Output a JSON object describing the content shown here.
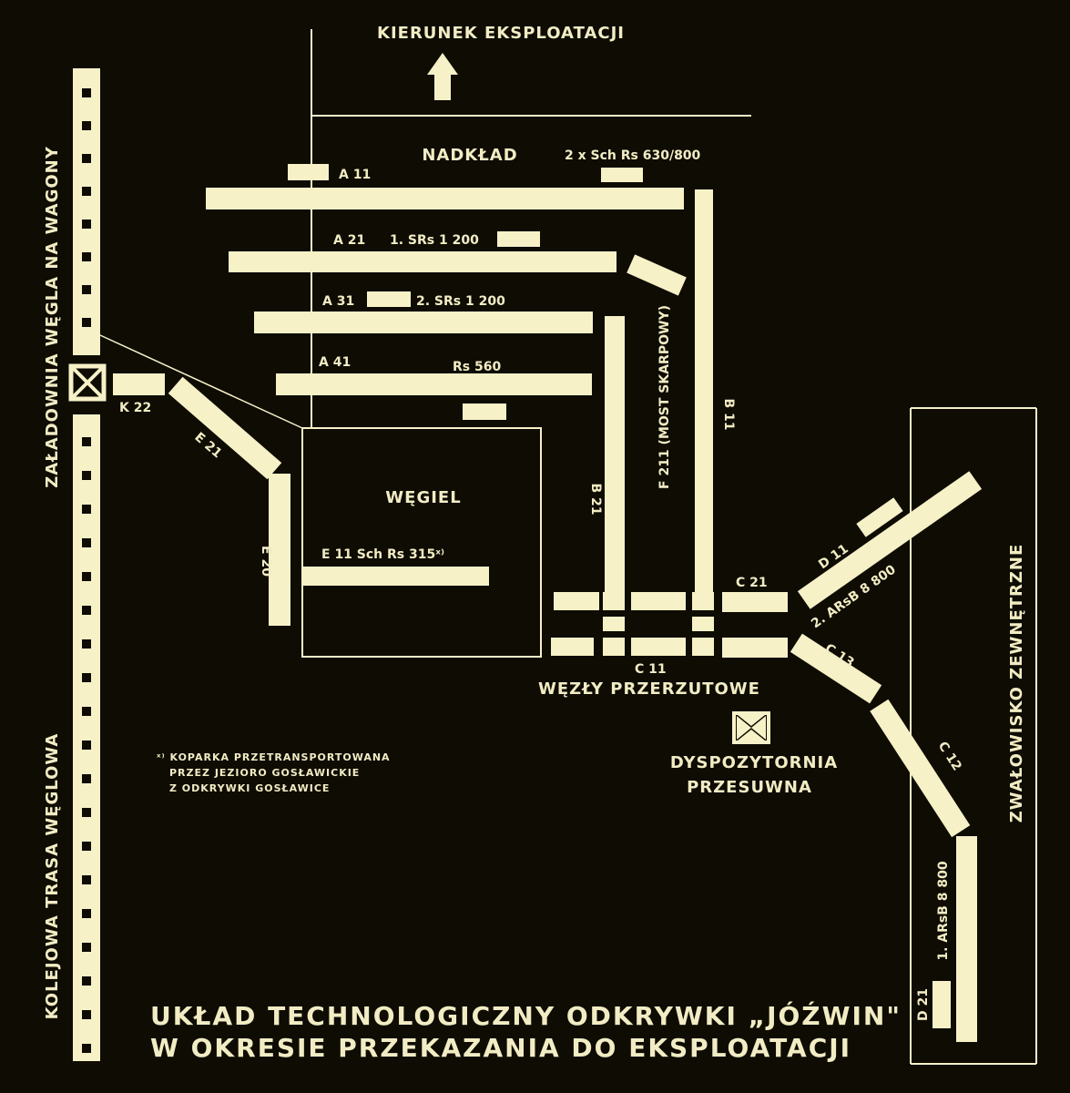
{
  "header": {
    "direction": "KIERUNEK EKSPLOATACJI"
  },
  "zones": {
    "overburden": "NADKŁAD",
    "coal": "WĘGIEL",
    "transfer_nodes": "WĘZŁY PRZERZUTOWE",
    "dispatch": [
      "DYSPOZYTORNIA",
      "PRZESUWNA"
    ],
    "external_dump": "ZWAŁOWISKO ZEWNĘTRZNE",
    "loading_station": "ZAŁADOWNIA WĘGLA NA WAGONY",
    "rail_route": "KOLEJOWA TRASA WĘGLOWA"
  },
  "machines": {
    "sch_top": "2 x Sch Rs 630/800",
    "srs1": "1. SRs 1 200",
    "srs2": "2. SRs 1 200",
    "rs560": "Rs 560",
    "e11_sch": "E 11   Sch Rs 315ˣ⁾",
    "arsb2": "2. ARsB 8 800",
    "arsb1": "1. ARsB 8 800",
    "most": "F 211 (MOST SKARPOWY)"
  },
  "conveyors": {
    "a11": "A 11",
    "a21": "A 21",
    "a31": "A 31",
    "a41": "A 41",
    "k22": "K 22",
    "e21": "E 21",
    "e20": "E 20",
    "b21": "B 21",
    "b11": "B 11",
    "c21": "C 21",
    "c11": "C 11",
    "c13": "C 13",
    "c12": "C 12",
    "d11": "D 11",
    "d21": "D 21"
  },
  "footnote": [
    "ˣ⁾ KOPARKA PRZETRANSPORTOWANA",
    "PRZEZ JEZIORO GOSŁAWICKIE",
    "Z ODKRYWKI GOSŁAWICE"
  ],
  "title": [
    "UKŁAD TECHNOLOGICZNY ODKRYWKI „JÓŹWIN\"",
    "W OKRESIE PRZEKAZANIA DO EKSPLOATACJI"
  ]
}
